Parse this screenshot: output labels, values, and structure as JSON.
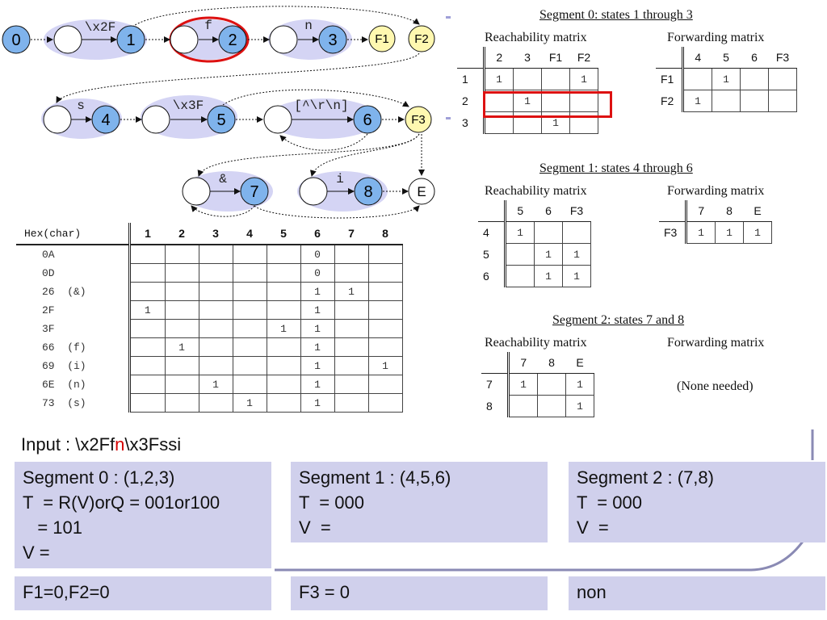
{
  "diagram": {
    "nodes": [
      "0",
      "1",
      "2",
      "3",
      "F1",
      "F2",
      "4",
      "5",
      "6",
      "F3",
      "7",
      "8",
      "E"
    ],
    "edge_labels": [
      "\\x2F",
      "f",
      "n",
      "s",
      "\\x3F",
      "[^\\r\\n]",
      "&",
      "i"
    ]
  },
  "hex_table": {
    "corner": "Hex(char)",
    "columns": [
      "1",
      "2",
      "3",
      "4",
      "5",
      "6",
      "7",
      "8"
    ],
    "rows": [
      {
        "label": "0A",
        "cells": [
          "",
          "",
          "",
          "",
          "",
          "0",
          "",
          ""
        ]
      },
      {
        "label": "0D",
        "cells": [
          "",
          "",
          "",
          "",
          "",
          "0",
          "",
          ""
        ]
      },
      {
        "label": "26  (&)",
        "cells": [
          "",
          "",
          "",
          "",
          "",
          "1",
          "1",
          ""
        ]
      },
      {
        "label": "2F",
        "cells": [
          "1",
          "",
          "",
          "",
          "",
          "1",
          "",
          ""
        ]
      },
      {
        "label": "3F",
        "cells": [
          "",
          "",
          "",
          "",
          "1",
          "1",
          "",
          ""
        ]
      },
      {
        "label": "66  (f)",
        "cells": [
          "",
          "1",
          "",
          "",
          "",
          "1",
          "",
          ""
        ]
      },
      {
        "label": "69  (i)",
        "cells": [
          "",
          "",
          "",
          "",
          "",
          "1",
          "",
          "1"
        ]
      },
      {
        "label": "6E  (n)",
        "cells": [
          "",
          "",
          "1",
          "",
          "",
          "1",
          "",
          ""
        ]
      },
      {
        "label": "73  (s)",
        "cells": [
          "",
          "",
          "",
          "1",
          "",
          "1",
          "",
          ""
        ]
      }
    ]
  },
  "segments": [
    {
      "title": "Segment 0: states 1 through 3",
      "reach_title": "Reachability matrix",
      "reach_cols": [
        "2",
        "3",
        "F1",
        "F2"
      ],
      "reach_rows": [
        {
          "label": "1",
          "cells": [
            "1",
            "",
            "",
            "1"
          ]
        },
        {
          "label": "2",
          "cells": [
            "",
            "1",
            "",
            ""
          ]
        },
        {
          "label": "3",
          "cells": [
            "",
            "",
            "1",
            ""
          ]
        }
      ],
      "fwd_title": "Forwarding matrix",
      "fwd_cols": [
        "4",
        "5",
        "6",
        "F3"
      ],
      "fwd_rows": [
        {
          "label": "F1",
          "cells": [
            "",
            "1",
            "",
            ""
          ]
        },
        {
          "label": "F2",
          "cells": [
            "1",
            "",
            "",
            ""
          ]
        }
      ]
    },
    {
      "title": "Segment 1: states 4 through 6",
      "reach_title": "Reachability matrix",
      "reach_cols": [
        "5",
        "6",
        "F3"
      ],
      "reach_rows": [
        {
          "label": "4",
          "cells": [
            "1",
            "",
            ""
          ]
        },
        {
          "label": "5",
          "cells": [
            "",
            "1",
            "1"
          ]
        },
        {
          "label": "6",
          "cells": [
            "",
            "1",
            "1"
          ]
        }
      ],
      "fwd_title": "Forwarding matrix",
      "fwd_cols": [
        "7",
        "8",
        "E"
      ],
      "fwd_rows": [
        {
          "label": "F3",
          "cells": [
            "1",
            "1",
            "1"
          ]
        }
      ]
    },
    {
      "title": "Segment 2: states 7 and 8",
      "reach_title": "Reachability matrix",
      "reach_cols": [
        "7",
        "8",
        "E"
      ],
      "reach_rows": [
        {
          "label": "7",
          "cells": [
            "1",
            "",
            "1"
          ]
        },
        {
          "label": "8",
          "cells": [
            "",
            "",
            "1"
          ]
        }
      ],
      "fwd_title": "Forwarding matrix",
      "fwd_none": "(None needed)"
    }
  ],
  "input": {
    "prefix": "Input : \\x2Ff",
    "highlight": "n",
    "suffix": "\\x3Fssi"
  },
  "boxes": {
    "seg0": [
      "Segment 0 : (1,2,3)",
      "T  = R(V)orQ = 001or100",
      "   = 101",
      "V ="
    ],
    "seg1": [
      "Segment 1 : (4,5,6)",
      "T  = 000",
      "V  ="
    ],
    "seg2": [
      "Segment 2 : (7,8)",
      "T  = 000",
      "V  ="
    ],
    "bottom": [
      "F1=0,F2=0",
      "F3 = 0",
      "non"
    ]
  },
  "colors": {
    "state_fill": "#7fb3ec",
    "final_fill": "#fff8b0",
    "highlight_oval": "#d0d0f4",
    "box_fill": "#d0d0ec",
    "red": "#dd1111"
  }
}
